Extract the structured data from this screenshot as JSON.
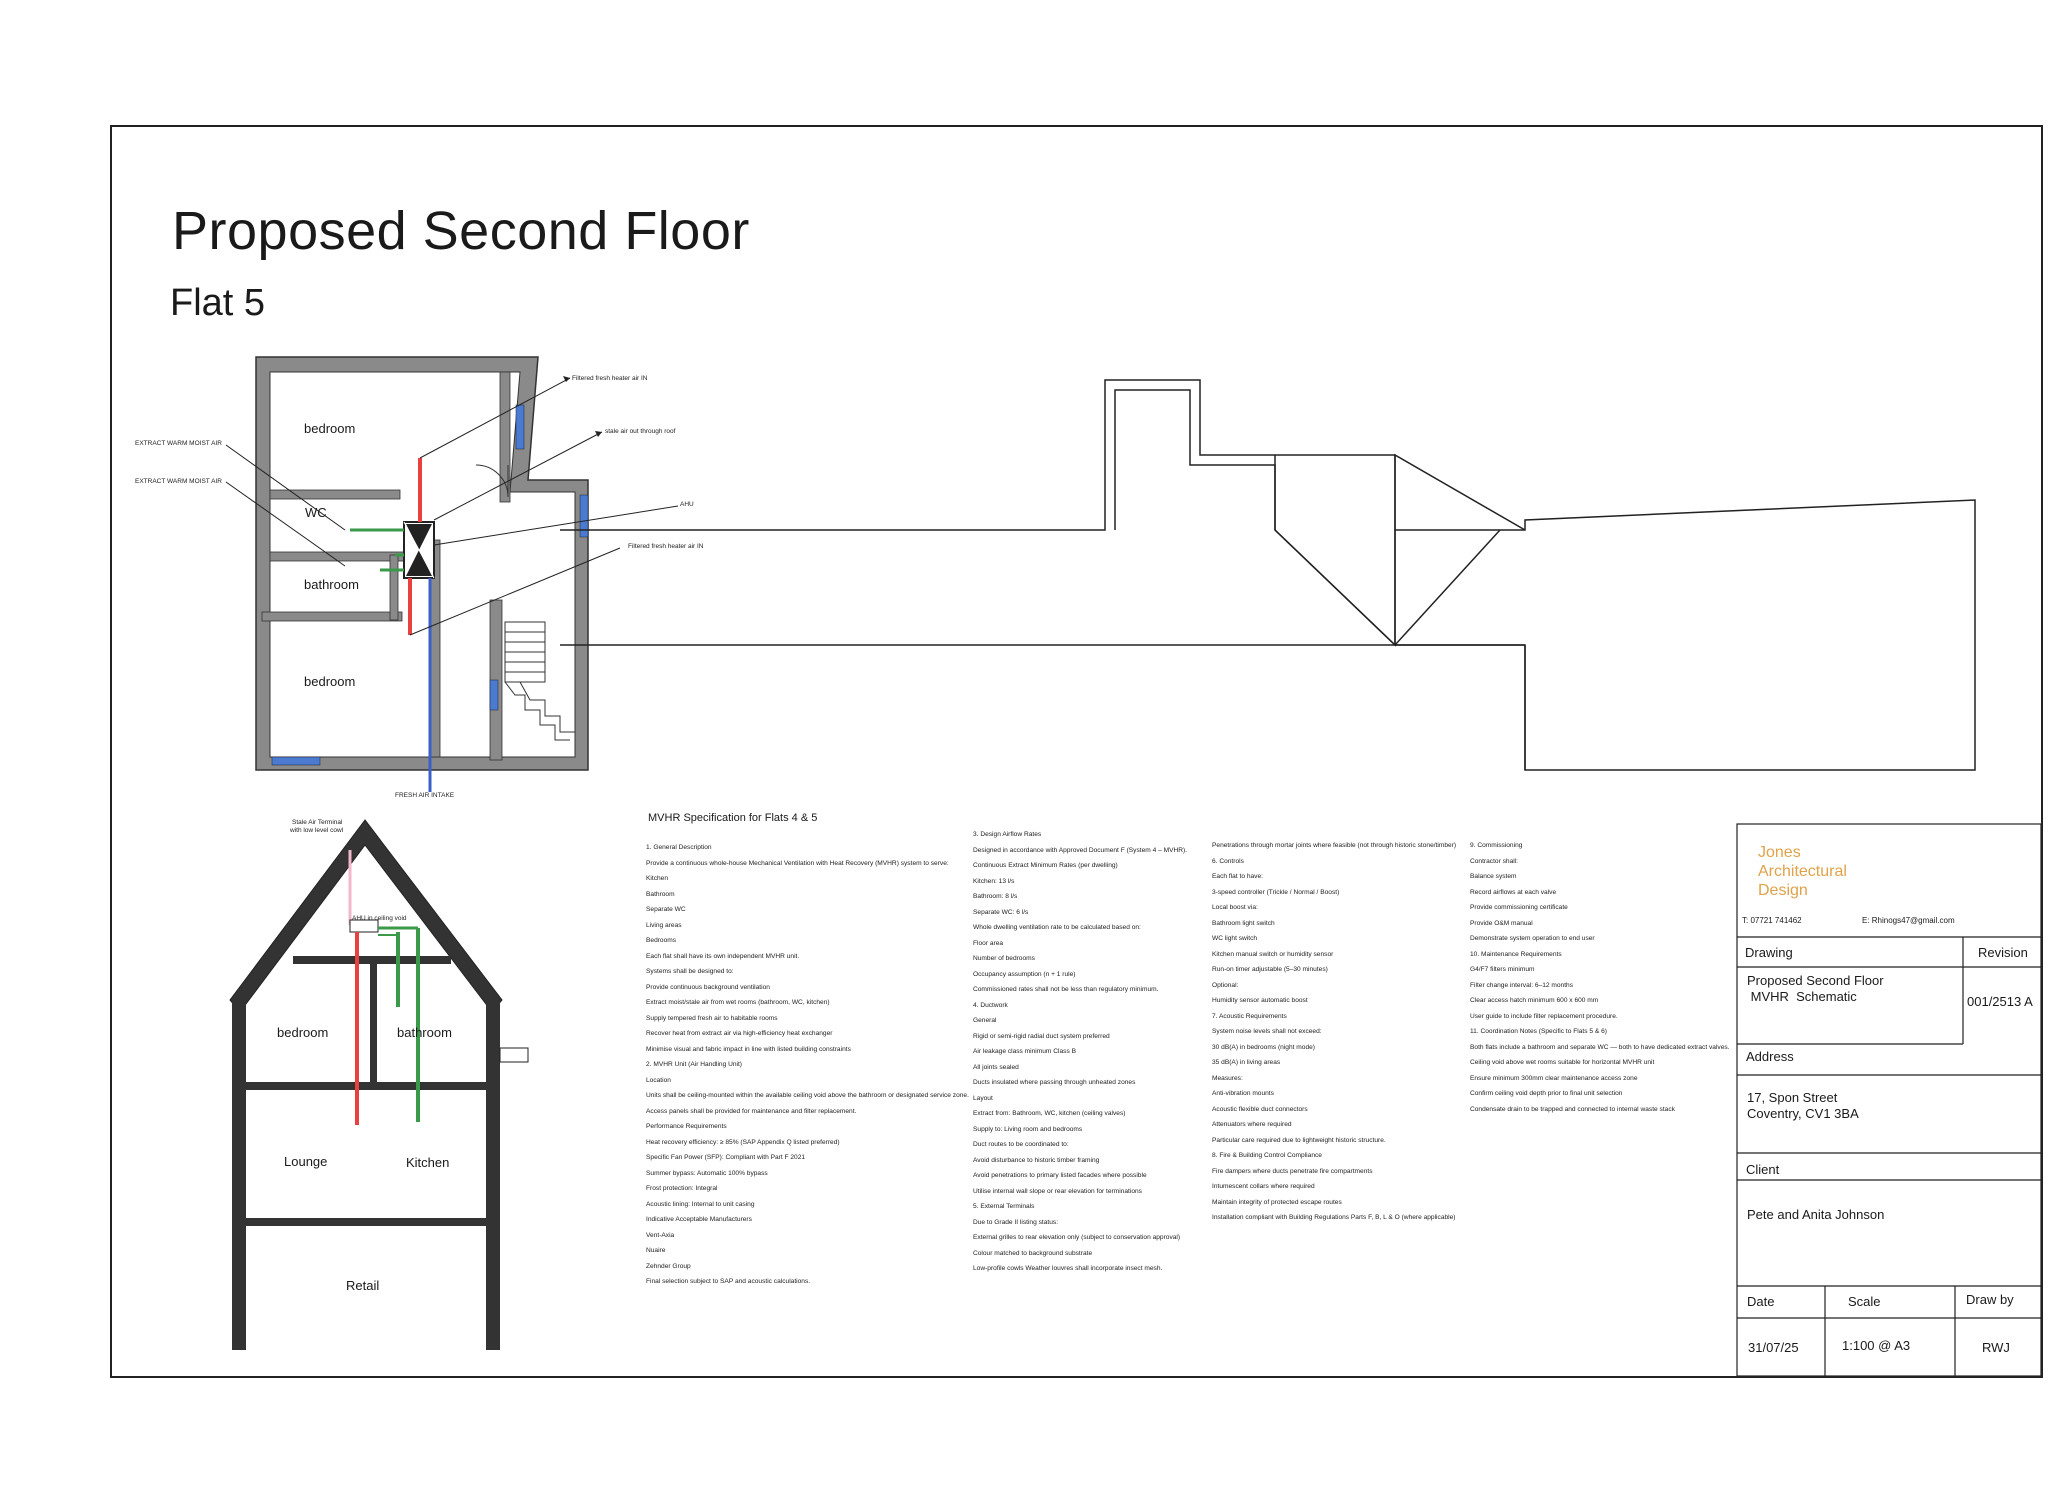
{
  "drawing": {
    "title": "Proposed Second Floor",
    "subtitle": "Flat 5"
  },
  "plan": {
    "rooms": [
      "bedroom",
      "WC",
      "bathroom",
      "bedroom"
    ],
    "annotations": {
      "extract1": "EXTRACT WARM MOIST AIR",
      "extract2": "EXTRACT WARM MOIST AIR",
      "filtered_in_top": "Filtered fresh heater air IN",
      "stale_out": "stale air out through roof",
      "ahu": "AHU",
      "filtered_in_mid": "Filtered fresh heater air IN",
      "fresh_intake": "FRESH AIR INTAKE"
    }
  },
  "section": {
    "terminal_line1": "Stale Air Terminal",
    "terminal_line2": "with low level cowl",
    "ahu_void": "AHU in ceiling void",
    "rooms": [
      "bedroom",
      "bathroom",
      "Lounge",
      "Kitchen",
      "Retail"
    ]
  },
  "spec": {
    "heading": "MVHR Specification for Flats 4 & 5",
    "col1": [
      "1. General Description",
      "Provide a continuous whole-house Mechanical Ventilation with Heat Recovery (MVHR) system to serve:",
      "Kitchen",
      "Bathroom",
      "Separate WC",
      "Living areas",
      "Bedrooms",
      "Each flat shall have its own independent MVHR unit.",
      "Systems shall be designed to:",
      "Provide continuous background ventilation",
      "Extract moist/stale air from wet rooms (bathroom, WC, kitchen)",
      "Supply tempered fresh air to habitable rooms",
      "Recover heat from extract air via high-efficiency heat exchanger",
      "Minimise visual and fabric impact in line with listed building constraints",
      "2. MVHR Unit (Air Handling Unit)",
      "Location",
      "Units shall be ceiling-mounted within the available ceiling void above the bathroom or designated service zone.",
      "Access panels shall be provided for maintenance and filter replacement.",
      "Performance Requirements",
      "Heat recovery efficiency: ≥ 85% (SAP Appendix Q listed preferred)",
      "Specific Fan Power (SFP): Compliant with Part F 2021",
      "Summer bypass: Automatic 100% bypass",
      "Frost protection: Integral",
      "Acoustic lining: Internal to unit casing",
      "Indicative Acceptable Manufacturers",
      "Vent-Axia",
      "Nuaire",
      "Zehnder Group",
      "Final selection subject to SAP and acoustic calculations."
    ],
    "col2": [
      "3. Design Airflow Rates",
      "Designed in accordance with Approved Document F (System 4 – MVHR).",
      "Continuous Extract Minimum Rates (per dwelling)",
      "Kitchen: 13 l/s",
      "Bathroom: 8 l/s",
      "Separate WC: 6 l/s",
      "Whole dwelling ventilation rate to be calculated based on:",
      "Floor area",
      "Number of bedrooms",
      "Occupancy assumption (n + 1 rule)",
      "Commissioned rates shall not be less than regulatory minimum.",
      "4. Ductwork",
      "General",
      "Rigid or semi-rigid radial duct system preferred",
      "Air leakage class minimum Class B",
      "All joints sealed",
      "Ducts insulated where passing through unheated zones",
      "Layout",
      "Extract from: Bathroom, WC, kitchen (ceiling valves)",
      "Supply to: Living room and bedrooms",
      "Duct routes to be coordinated to:",
      "Avoid disturbance to historic timber framing",
      "Avoid penetrations to primary listed facades where possible",
      "Utilise internal wall slope or rear elevation for terminations",
      "5. External Terminals",
      "Due to Grade II listing status:",
      "External grilles to rear elevation only (subject to conservation approval)",
      "Colour matched to background substrate",
      "Low-profile cowls     Weather louvres shall incorporate insect mesh."
    ],
    "col3": [
      "Penetrations through mortar joints where feasible (not through historic stone/timber)",
      "6. Controls",
      "Each flat to have:",
      "3-speed controller (Trickle / Normal / Boost)",
      "Local boost via:",
      "Bathroom light switch",
      "WC light switch",
      "Kitchen manual switch or humidity sensor",
      "Run-on timer adjustable (5–30 minutes)",
      "Optional:",
      "Humidity sensor automatic boost",
      "7. Acoustic Requirements",
      "System noise levels shall not exceed:",
      "30 dB(A) in bedrooms (night mode)",
      "35 dB(A) in living areas",
      "Measures:",
      "Anti-vibration mounts",
      "Acoustic flexible duct connectors",
      "Attenuators where required",
      "Particular care required due to lightweight historic structure.",
      "8. Fire & Building Control Compliance",
      "Fire dampers where ducts penetrate fire compartments",
      "Intumescent collars where required",
      "Maintain integrity of protected escape routes",
      "Installation compliant with Building Regulations Parts F, B, L & O (where applicable)"
    ],
    "col4": [
      "9. Commissioning",
      "Contractor shall:",
      "Balance system",
      "Record airflows at each valve",
      "Provide commissioning certificate",
      "Provide O&M manual",
      "Demonstrate system operation to end user",
      "10. Maintenance Requirements",
      "G4/F7 filters minimum",
      "Filter change interval: 6–12 months",
      "Clear access hatch minimum 600 x 600 mm",
      "User guide to include filter replacement procedure.",
      "11. Coordination Notes (Specific to Flats 5 & 6)",
      "Both flats include a bathroom and separate WC — both to have dedicated extract valves.",
      "Ceiling void above wet rooms suitable for horizontal MVHR unit",
      "Ensure minimum 300mm clear maintenance access zone",
      "Confirm ceiling void depth prior to final unit selection",
      "Condensate drain to be trapped and connected to internal waste stack"
    ]
  },
  "title_block": {
    "company_line1": "Jones",
    "company_line2": "Architectural",
    "company_line3": "Design",
    "phone": "T: 07721 741462",
    "email": "E: Rhinogs47@gmail.com",
    "drawing_label": "Drawing",
    "revision_label": "Revision",
    "drawing_line1": "Proposed Second Floor",
    "drawing_line2": " MVHR  Schematic",
    "revision": "001/2513 A",
    "address_label": "Address",
    "address_line1": "17, Spon Street",
    "address_line2": "Coventry, CV1 3BA",
    "client_label": "Client",
    "client": "Pete and Anita Johnson",
    "date_label": "Date",
    "scale_label": "Scale",
    "drawn_label": "Draw by",
    "date": "31/07/25",
    "scale": "1:100 @ A3",
    "drawn": "RWJ"
  },
  "colors": {
    "supply": "#e8413f",
    "extract": "#3b5fc8",
    "wet_extract": "#3a9a4a",
    "stale": "#f0b8c8",
    "brand": "#e0a24a",
    "wall": "#888888"
  }
}
